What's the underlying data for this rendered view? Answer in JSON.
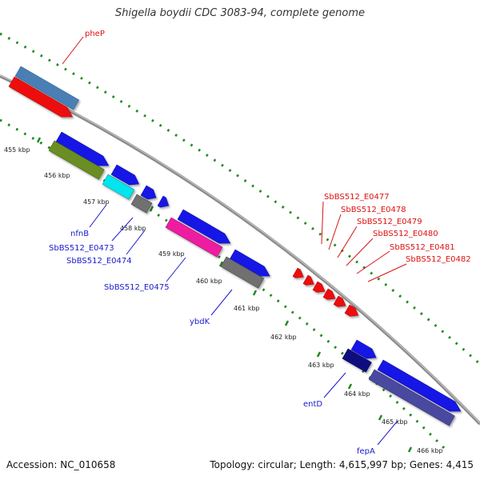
{
  "title": "Shigella boydii CDC 3083-94, complete genome",
  "footer": {
    "accession": "Accession: NC_010658",
    "summary": "Topology: circular; Length: 4,615,997 bp; Genes: 4,415"
  },
  "colors": {
    "backbone": "#8a8a8a",
    "tick": "#1f8a1f",
    "label_blue": "#1a1acc",
    "label_red": "#dd1111",
    "label_scale": "#222222"
  },
  "scale_labels": [
    "455 kbp",
    "456 kbp",
    "457 kbp",
    "458 kbp",
    "459 kbp",
    "460 kbp",
    "461 kbp",
    "462 kbp",
    "463 kbp",
    "464 kbp",
    "465 kbp",
    "466 kbp"
  ],
  "feature_colors": [
    "steel-blue",
    "red",
    "blue",
    "olive-green",
    "cyan",
    "grey",
    "magenta",
    "navy",
    "slate-purple"
  ],
  "gene_labels": {
    "pheP": "pheP",
    "nfnB": "nfnB",
    "SbBS512_E0473": "SbBS512_E0473",
    "SbBS512_E0474": "SbBS512_E0474",
    "SbBS512_E0475": "SbBS512_E0475",
    "ybdK": "ybdK",
    "SbBS512_E0477": "SbBS512_E0477",
    "SbBS512_E0478": "SbBS512_E0478",
    "SbBS512_E0479": "SbBS512_E0479",
    "SbBS512_E0480": "SbBS512_E0480",
    "SbBS512_E0481": "SbBS512_E0481",
    "SbBS512_E0482": "SbBS512_E0482",
    "entD": "entD",
    "fepA": "fepA"
  }
}
